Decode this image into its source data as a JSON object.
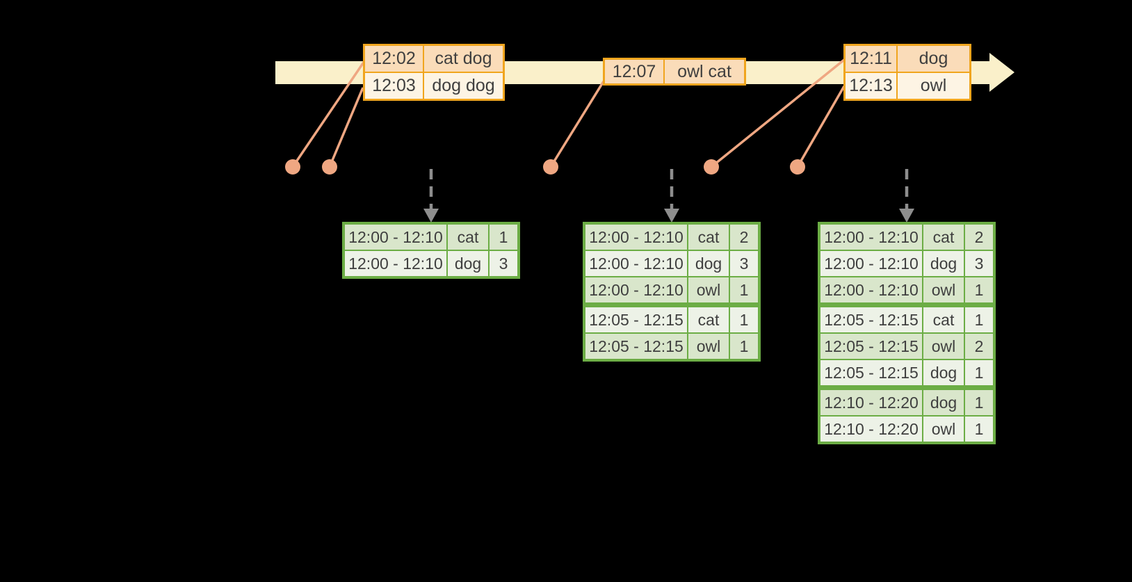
{
  "colors": {
    "background": "#000000",
    "timeline-band": "#FAF0CA",
    "event-border": "#F0A51E",
    "event-row-odd": "#FADCB9",
    "event-row-even": "#FDF4E4",
    "connector": "#EFA782",
    "result-border": "#6CAD45",
    "result-row-odd": "#D9E6CB",
    "result-row-even": "#EDF2E7",
    "text": "#3F3F3F",
    "trigger-arrow": "#8E8E8E"
  },
  "event_tables": [
    {
      "name": "input-batch-1",
      "rows": [
        {
          "time": "12:02",
          "words": "cat dog"
        },
        {
          "time": "12:03",
          "words": "dog dog"
        }
      ]
    },
    {
      "name": "input-batch-2",
      "rows": [
        {
          "time": "12:07",
          "words": "owl cat"
        }
      ]
    },
    {
      "name": "input-batch-3",
      "rows": [
        {
          "time": "12:11",
          "words": "dog"
        },
        {
          "time": "12:13",
          "words": "owl"
        }
      ]
    }
  ],
  "result_tables": [
    {
      "name": "windowed-counts-1",
      "rows": [
        {
          "window": "12:00 - 12:10",
          "word": "cat",
          "count": "1"
        },
        {
          "window": "12:00 - 12:10",
          "word": "dog",
          "count": "3"
        }
      ]
    },
    {
      "name": "windowed-counts-2",
      "rows": [
        {
          "window": "12:00 - 12:10",
          "word": "cat",
          "count": "2"
        },
        {
          "window": "12:00 - 12:10",
          "word": "dog",
          "count": "3"
        },
        {
          "window": "12:00 - 12:10",
          "word": "owl",
          "count": "1"
        },
        {
          "window": "12:05 - 12:15",
          "word": "cat",
          "count": "1"
        },
        {
          "window": "12:05 - 12:15",
          "word": "owl",
          "count": "1"
        }
      ]
    },
    {
      "name": "windowed-counts-3",
      "rows": [
        {
          "window": "12:00 - 12:10",
          "word": "cat",
          "count": "2"
        },
        {
          "window": "12:00 - 12:10",
          "word": "dog",
          "count": "3"
        },
        {
          "window": "12:00 - 12:10",
          "word": "owl",
          "count": "1"
        },
        {
          "window": "12:05 - 12:15",
          "word": "cat",
          "count": "1"
        },
        {
          "window": "12:05 - 12:15",
          "word": "owl",
          "count": "2"
        },
        {
          "window": "12:05 - 12:15",
          "word": "dog",
          "count": "1"
        },
        {
          "window": "12:10 - 12:20",
          "word": "dog",
          "count": "1"
        },
        {
          "window": "12:10 - 12:20",
          "word": "owl",
          "count": "1"
        }
      ]
    }
  ]
}
